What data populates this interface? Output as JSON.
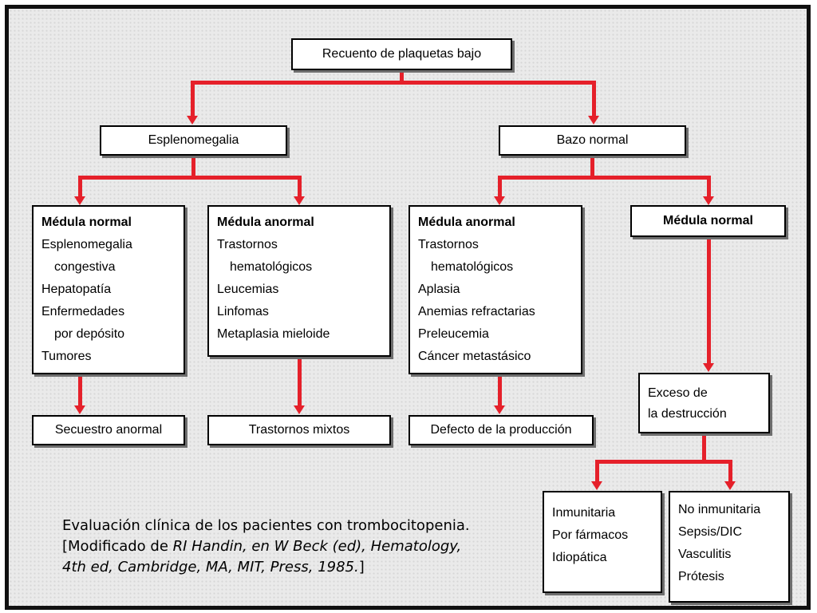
{
  "diagram": {
    "root": "Recuento de plaquetas bajo",
    "esplenomegalia": "Esplenomegalia",
    "bazo_normal": "Bazo normal",
    "medula_normal_izq": {
      "title": "Médula normal",
      "lines": [
        "Esplenomegalia",
        "congestiva",
        "Hepatopatía",
        "Enfermedades",
        "por depósito",
        "Tumores"
      ]
    },
    "medula_anormal_izq": {
      "title": "Médula anormal",
      "lines": [
        "Trastornos",
        "hematológicos",
        "Leucemias",
        "Linfomas",
        "Metaplasia mieloide"
      ]
    },
    "medula_anormal_der": {
      "title": "Médula anormal",
      "lines": [
        "Trastornos",
        "hematológicos",
        "Aplasia",
        "Anemias refractarias",
        "Preleucemia",
        "Cáncer metastásico"
      ]
    },
    "medula_normal_der": {
      "title": "Médula normal"
    },
    "secuestro": "Secuestro anormal",
    "mixtos": "Trastornos mixtos",
    "defecto": "Defecto de la producción",
    "exceso": {
      "line1": "Exceso de",
      "line2": "la destrucción"
    },
    "inmunitaria": {
      "lines": [
        "Inmunitaria",
        "Por fármacos",
        "Idiopática"
      ]
    },
    "no_inmunitaria": {
      "lines": [
        "No inmunitaria",
        "Sepsis/DIC",
        "Vasculitis",
        "Prótesis"
      ]
    }
  },
  "caption": {
    "line1": "Evaluación clínica de los pacientes con trombocitopenia.",
    "line2_plain": "[Modificado de ",
    "line2_italic": "RI Handin, en W Beck (ed), Hematology,",
    "line3_italic": "4th ed, Cambridge, MA, MIT, Press, 1985.",
    "line3_plain": "]"
  },
  "colors": {
    "arrow_red": "#e5202a",
    "box_shadow": "#6e6e6e",
    "background": "#eaeaea"
  }
}
